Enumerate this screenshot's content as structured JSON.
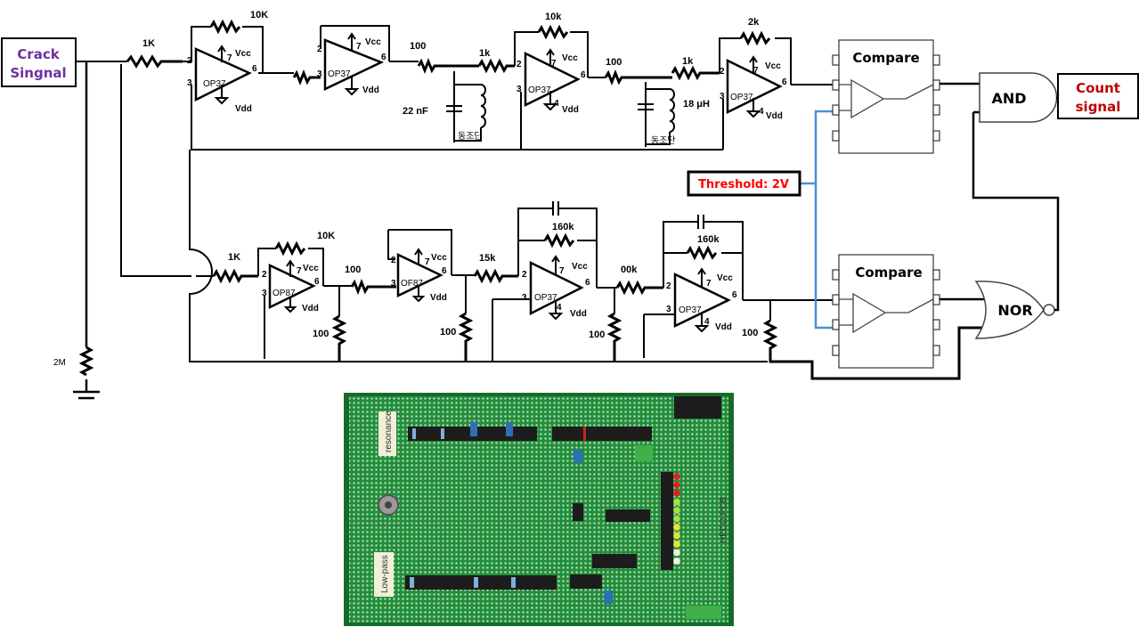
{
  "title": "Crack signal counting circuit schematic and fabricated PCB",
  "input": {
    "label_line1": "Crack",
    "label_line2": "Singnal",
    "color": "#7030a0"
  },
  "output": {
    "label_line1": "Count",
    "label_line2": "signal",
    "color": "#c00000"
  },
  "threshold": {
    "label": "Threshold: 2V",
    "color": "#ff0000",
    "wire_color": "#4a90d9"
  },
  "input_network": {
    "shunt_resistor": "2M",
    "ground_symbol": "ground-icon"
  },
  "resonance_path": {
    "input_resistor": "1K",
    "stage1": {
      "feedback": "10K",
      "opamp": "OP37",
      "vcc": "Vcc",
      "vdd": "Vdd",
      "pins": [
        "2",
        "3",
        "7",
        "6"
      ]
    },
    "stage2": {
      "opamp": "OP37",
      "vcc": "Vcc",
      "vdd": "Vdd",
      "pins": [
        "2",
        "3",
        "7",
        "6"
      ]
    },
    "series_resistor_1": "100",
    "tank_1": {
      "capacitor": "22 nF",
      "label": "동조단"
    },
    "stage3": {
      "input_resistor": "1k",
      "feedback": "10k",
      "opamp": "OP37",
      "vcc": "Vcc",
      "vdd": "Vdd",
      "pins": [
        "2",
        "3",
        "7",
        "6",
        "4"
      ]
    },
    "series_resistor_2": "100",
    "tank_2": {
      "inductor": "18 μH",
      "label": "동조단"
    },
    "stage4": {
      "input_resistor": "1k",
      "feedback": "2k",
      "opamp": "OP37",
      "vcc": "Vcc",
      "vdd": "Vdd",
      "pins": [
        "2",
        "3",
        "7",
        "6",
        "4"
      ]
    }
  },
  "lowpass_path": {
    "stage1": {
      "input_resistor": "1K",
      "feedback": "10K",
      "opamp": "OP87",
      "vcc": "Vcc",
      "vdd": "Vdd",
      "pins": [
        "2",
        "3",
        "7",
        "6"
      ],
      "load": "100"
    },
    "series_resistor_1": "100",
    "stage2": {
      "opamp": "OF87",
      "vcc": "Vcc",
      "vdd": "Vdd",
      "pins": [
        "2",
        "3",
        "7",
        "6"
      ],
      "load": "100"
    },
    "stage3": {
      "input_resistor": "15k",
      "feedback": "160k",
      "opamp": "OP37",
      "vcc": "Vcc",
      "vdd": "Vdd",
      "pins": [
        "2",
        "3",
        "7",
        "6",
        "4"
      ],
      "load": "100"
    },
    "stage4": {
      "input_resistor": "00k",
      "feedback": "160k",
      "opamp": "OP37",
      "vcc": "Vcc",
      "vdd": "Vdd",
      "pins": [
        "2",
        "3",
        "7",
        "6",
        "4"
      ],
      "load": "100"
    }
  },
  "comparators": [
    {
      "label": "Compare"
    },
    {
      "label": "Compare"
    }
  ],
  "gates": {
    "and": "AND",
    "nor": "NOR"
  },
  "pcb": {
    "labels": {
      "resonance": "resonance",
      "lowpass": "Low-pass",
      "brand": "HECO.PCB"
    },
    "board_color": "#1f8f3a",
    "led_colors": [
      "#e02020",
      "#e02020",
      "#e02020",
      "#a8e040",
      "#a8e040",
      "#a8e040",
      "#f0e030",
      "#f0e030",
      "#f0e030",
      "#f0f0e0",
      "#f0f0e0"
    ]
  }
}
